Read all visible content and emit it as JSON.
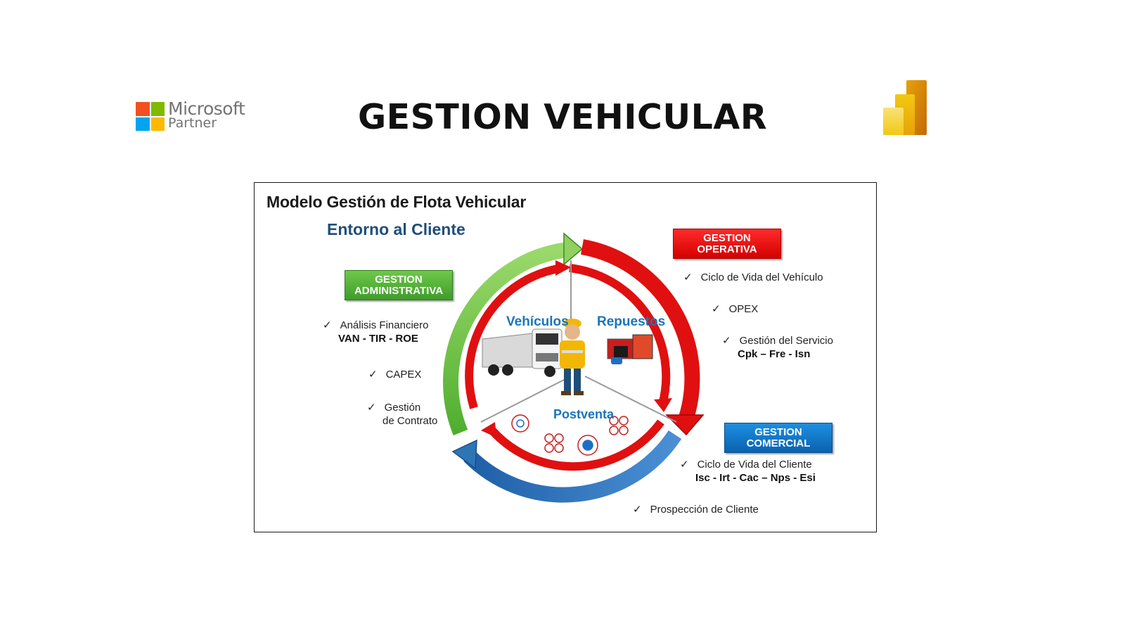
{
  "header": {
    "title": "GESTION VEHICULAR",
    "ms_logo_line1": "Microsoft",
    "ms_logo_line2": "Partner",
    "powerbi_logo_icon": "powerbi-logo-icon"
  },
  "colors": {
    "ms_red": "#f25022",
    "ms_green": "#7fba00",
    "ms_blue": "#00a4ef",
    "ms_yellow": "#ffb900",
    "green_arrow": "#7ac943",
    "red_arrow": "#e01010",
    "blue_arrow": "#2e75b6",
    "center_label": "#1a75bb",
    "subtitle": "#1f4e79"
  },
  "diagram": {
    "title": "Modelo Gestión de Flota Vehicular",
    "subtitle": "Entorno al Cliente",
    "check": "✓",
    "center": {
      "vehiculos": "Vehículos",
      "repuestos": "Repuestos",
      "postventa": "Postventa"
    },
    "admin": {
      "title_l1": "GESTION",
      "title_l2": "ADMINISTRATIVA",
      "items": [
        {
          "text": "Análisis Financiero",
          "sub": "VAN - TIR - ROE"
        },
        {
          "text": "CAPEX"
        },
        {
          "text": "Gestión",
          "sub": "de Contrato"
        }
      ]
    },
    "operativa": {
      "title_l1": "GESTION",
      "title_l2": "OPERATIVA",
      "items": [
        {
          "text": "Ciclo de Vida del Vehículo"
        },
        {
          "text": "OPEX"
        },
        {
          "text": "Gestión del Servicio",
          "sub": "Cpk – Fre - Isn"
        }
      ]
    },
    "comercial": {
      "title_l1": "GESTION",
      "title_l2": "COMERCIAL",
      "items": [
        {
          "text": "Ciclo de Vida del Cliente",
          "sub": "Isc - Irt  - Cac – Nps -  Esi"
        },
        {
          "text": "Prospección de Cliente"
        }
      ]
    }
  }
}
